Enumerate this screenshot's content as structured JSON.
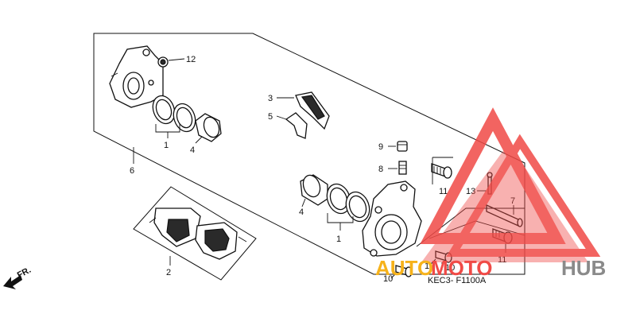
{
  "callouts": {
    "c1a": "1",
    "c1b": "1",
    "c2": "2",
    "c3": "3",
    "c4a": "4",
    "c4b": "4",
    "c5": "5",
    "c6": "6",
    "c7": "7",
    "c8": "8",
    "c9": "9",
    "c10a": "10",
    "c10b": "10",
    "c10c": "10",
    "c11a": "11",
    "c11b": "11",
    "c12": "12",
    "c13": "13"
  },
  "diagram_code": "KEC3- F1100A",
  "direction_label": "FR.",
  "watermark": {
    "text_auto": "AUTO",
    "text_moto": "MOTO",
    "text_hub": "HUB",
    "color_red": "#f04a46",
    "color_orange": "#f6b21b",
    "color_grey": "#8a8a8a"
  }
}
